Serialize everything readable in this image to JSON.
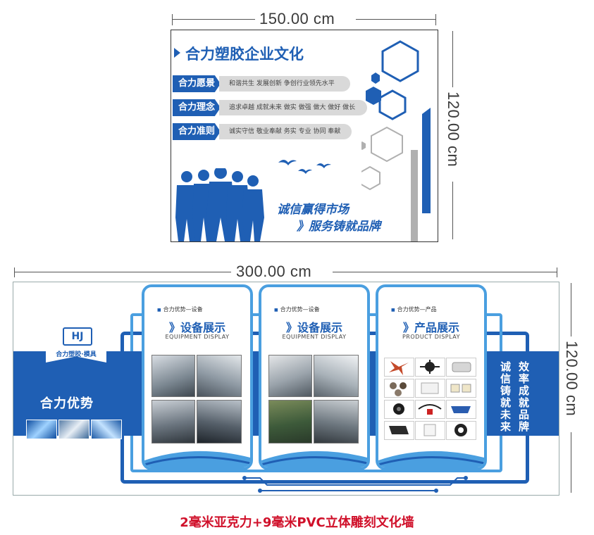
{
  "top": {
    "width_label": "150.00 cm",
    "height_label": "120.00 cm",
    "title": "合力塑胶企业文化",
    "rows": [
      {
        "tag": "合力愿景",
        "text": "和谐共生 发展创新 争创行业领先水平"
      },
      {
        "tag": "合力理念",
        "text": "追求卓越 成就未来 做实 做强 做大 做好 做长"
      },
      {
        "tag": "合力准则",
        "text": "诚实守信 敬业奉献 务实 专业 协同 奉献"
      }
    ],
    "slogan1": "诚信赢得市场",
    "slogan2": "》服务铸就品牌"
  },
  "bottom": {
    "width_label": "300.00 cm",
    "height_label": "120.00 cm",
    "logo_letters": "HJ",
    "logo_text": "合力塑胶·模具",
    "left_title": "合力优势",
    "cards": [
      {
        "sub": "合力优势—设备",
        "title": "》设备展示",
        "en": "EQUIPMENT DISPLAY"
      },
      {
        "sub": "合力优势—设备",
        "title": "》设备展示",
        "en": "EQUIPMENT DISPLAY"
      },
      {
        "sub": "合力优势—产品",
        "title": "》产品展示",
        "en": "PRODUCT DISPLAY"
      }
    ],
    "right_col1": "诚信铸就未来",
    "right_col2": "效率成就品牌"
  },
  "caption": "2毫米亚克力+9毫米PVC立体雕刻文化墙",
  "colors": {
    "brand_blue": "#1f5fb4",
    "light_blue": "#4a9fe0",
    "gray": "#d9d9d9",
    "caption_red": "#d0102a"
  }
}
